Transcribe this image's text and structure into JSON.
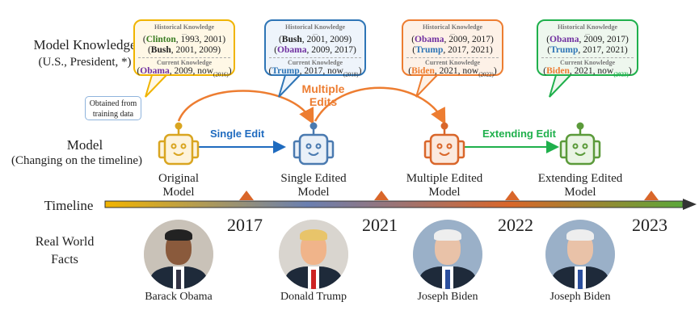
{
  "left_labels": {
    "knowledge": "Model Knowledge",
    "knowledge_sub": "(U.S., President, *)",
    "model": "Model",
    "model_sub": "(Changing on the timeline)",
    "timeline": "Timeline",
    "facts1": "Real World",
    "facts2": "Facts"
  },
  "note": "Obtained from training data",
  "bubbles": [
    {
      "hist": "Historical Knowledge",
      "dots": "...",
      "rows": [
        {
          "name": "Clinton",
          "rest": ", 1993, 2001",
          "color": "#3a7d22"
        },
        {
          "name": "Bush",
          "rest": ", 2001, 2009",
          "color": "#222"
        }
      ],
      "cur": "Current Knowledge",
      "current": {
        "name": "Obama",
        "rest": ", 2009, now",
        "sub": "(2016)",
        "color": "#7030a0"
      },
      "border": "#f0b400",
      "bg": "#fff8e6"
    },
    {
      "hist": "Historical Knowledge",
      "dots": "...",
      "rows": [
        {
          "name": "Bush",
          "rest": ", 2001, 2009",
          "color": "#222"
        },
        {
          "name": "Obama",
          "rest": ", 2009, 2017",
          "color": "#7030a0"
        }
      ],
      "cur": "Current Knowledge",
      "current": {
        "name": "Trump",
        "rest": ", 2017, now",
        "sub": "(2018)",
        "color": "#2e75b6"
      },
      "border": "#2e75b6",
      "bg": "#eef4fb"
    },
    {
      "hist": "Historical Knowledge",
      "dots": "...",
      "rows": [
        {
          "name": "Obama",
          "rest": ", 2009, 2017",
          "color": "#7030a0"
        },
        {
          "name": "Trump",
          "rest": ", 2017, 2021",
          "color": "#2e75b6"
        }
      ],
      "cur": "Current Knowledge",
      "current": {
        "name": "Biden",
        "rest": ", 2021, now",
        "sub": "(2022)",
        "color": "#ed7d31"
      },
      "border": "#ed7d31",
      "bg": "#fdf1e7"
    },
    {
      "hist": "Historical Knowledge",
      "dots": "...",
      "rows": [
        {
          "name": "Obama",
          "rest": ", 2009, 2017",
          "color": "#7030a0"
        },
        {
          "name": "Trump",
          "rest": ", 2017, 2021",
          "color": "#2e75b6"
        }
      ],
      "cur": "Current Knowledge",
      "current": {
        "name": "Biden",
        "rest": ", 2021, now",
        "sub": "(2023)",
        "color": "#ed7d31"
      },
      "border": "#1fb04c",
      "bg": "#eef7ee"
    }
  ],
  "edits": {
    "single": "Single Edit",
    "multiple1": "Multiple",
    "multiple2": "Edits",
    "extending": "Extending Edit"
  },
  "models": [
    {
      "l1": "Original",
      "l2": "Model",
      "color": "#d9a520",
      "fill": "#fdf3dc"
    },
    {
      "l1": "Single Edited",
      "l2": "Model",
      "color": "#4a7ab0",
      "fill": "#e9f0f8"
    },
    {
      "l1": "Multiple Edited",
      "l2": "Model",
      "color": "#d9662a",
      "fill": "#fbe9de"
    },
    {
      "l1": "Extending Edited",
      "l2": "Model",
      "color": "#5b9a3a",
      "fill": "#eaf4e4"
    }
  ],
  "years": [
    "2017",
    "2021",
    "2022",
    "2023"
  ],
  "facts": [
    "Barack Obama",
    "Donald Trump",
    "Joseph Biden",
    "Joseph Biden"
  ]
}
